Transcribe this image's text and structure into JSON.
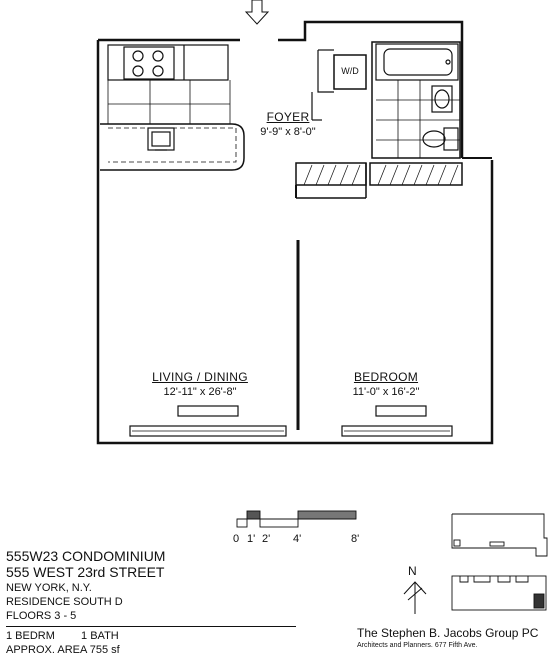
{
  "rooms": {
    "foyer": {
      "name": "FOYER",
      "dims": "9'-9\" x 8'-0\""
    },
    "living": {
      "name": "LIVING / DINING",
      "dims": "12'-11\" x 26'-8\""
    },
    "bedroom": {
      "name": "BEDROOM",
      "dims": "11'-0\" x 16'-2\""
    },
    "wd": "W/D"
  },
  "scale": {
    "ticks": [
      "0",
      "1'",
      "2'",
      "4'",
      "8'"
    ]
  },
  "compass": "N",
  "info": {
    "building": "555W23 CONDOMINIUM",
    "street": "555 WEST 23rd STREET",
    "city": "NEW YORK,  N.Y.",
    "residence": "RESIDENCE SOUTH D",
    "floors": "FLOORS 3 - 5",
    "bedrooms": "1 BEDRM",
    "baths": "1 BATH",
    "area": "APPROX.  AREA  755 sf"
  },
  "firm": {
    "name": "The Stephen B. Jacobs Group PC",
    "tagline": "Architects and Planners.  677 Fifth Ave."
  },
  "colors": {
    "line": "#111111",
    "background": "#ffffff"
  }
}
